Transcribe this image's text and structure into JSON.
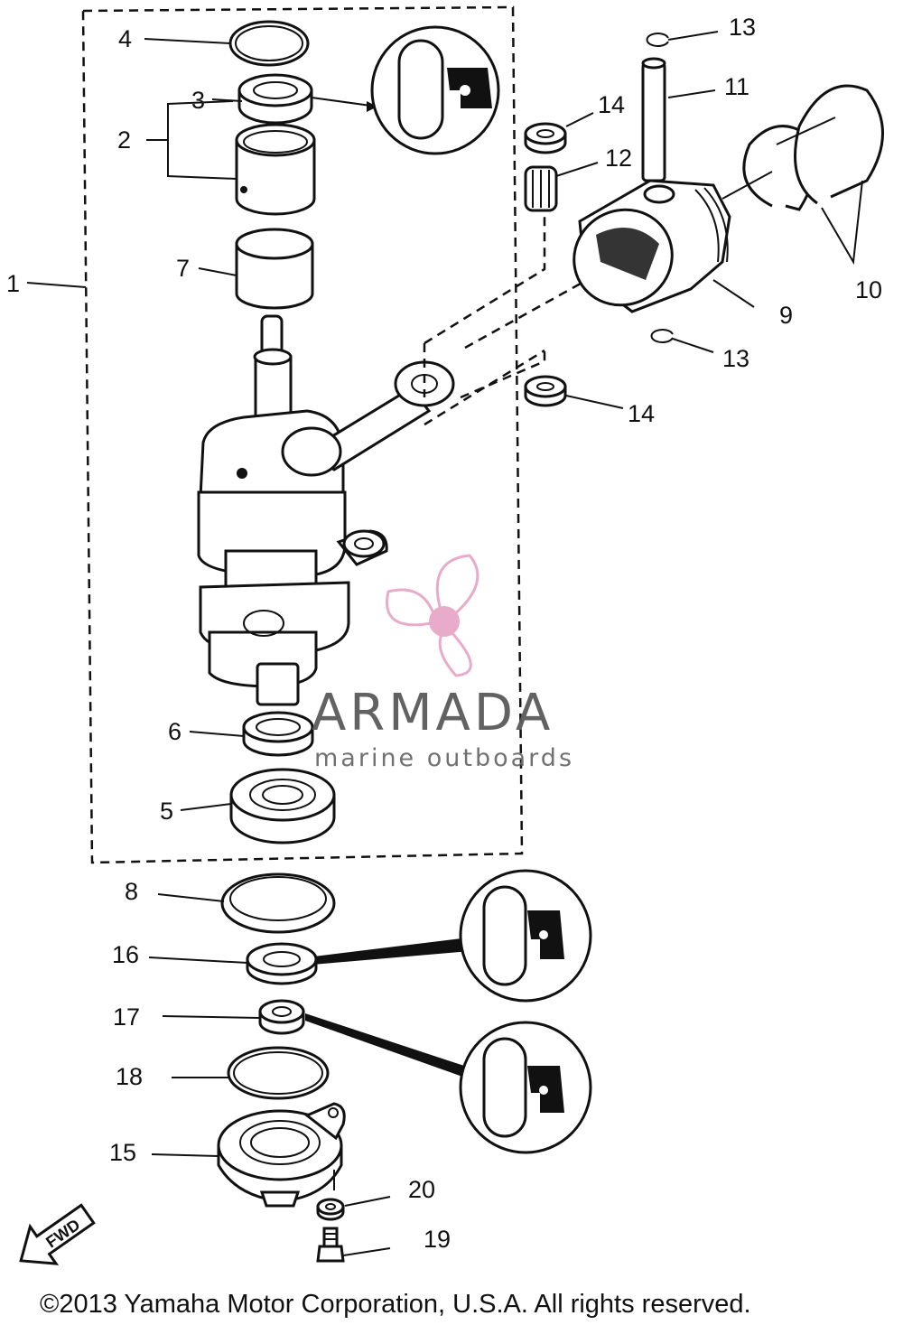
{
  "callouts": {
    "c1": "1",
    "c2": "2",
    "c3": "3",
    "c4": "4",
    "c5": "5",
    "c6": "6",
    "c7": "7",
    "c8": "8",
    "c9": "9",
    "c10": "10",
    "c11": "11",
    "c12": "12",
    "c13a": "13",
    "c13b": "13",
    "c14a": "14",
    "c14b": "14",
    "c15": "15",
    "c16": "16",
    "c17": "17",
    "c18": "18",
    "c19": "19",
    "c20": "20"
  },
  "watermark": {
    "name": "ARMADA",
    "tagline": "marine outboards",
    "logo_color": "#e8a7c8"
  },
  "fwd_label": "FWD",
  "copyright": "©2013 Yamaha Motor Corporation, U.S.A. All rights reserved."
}
